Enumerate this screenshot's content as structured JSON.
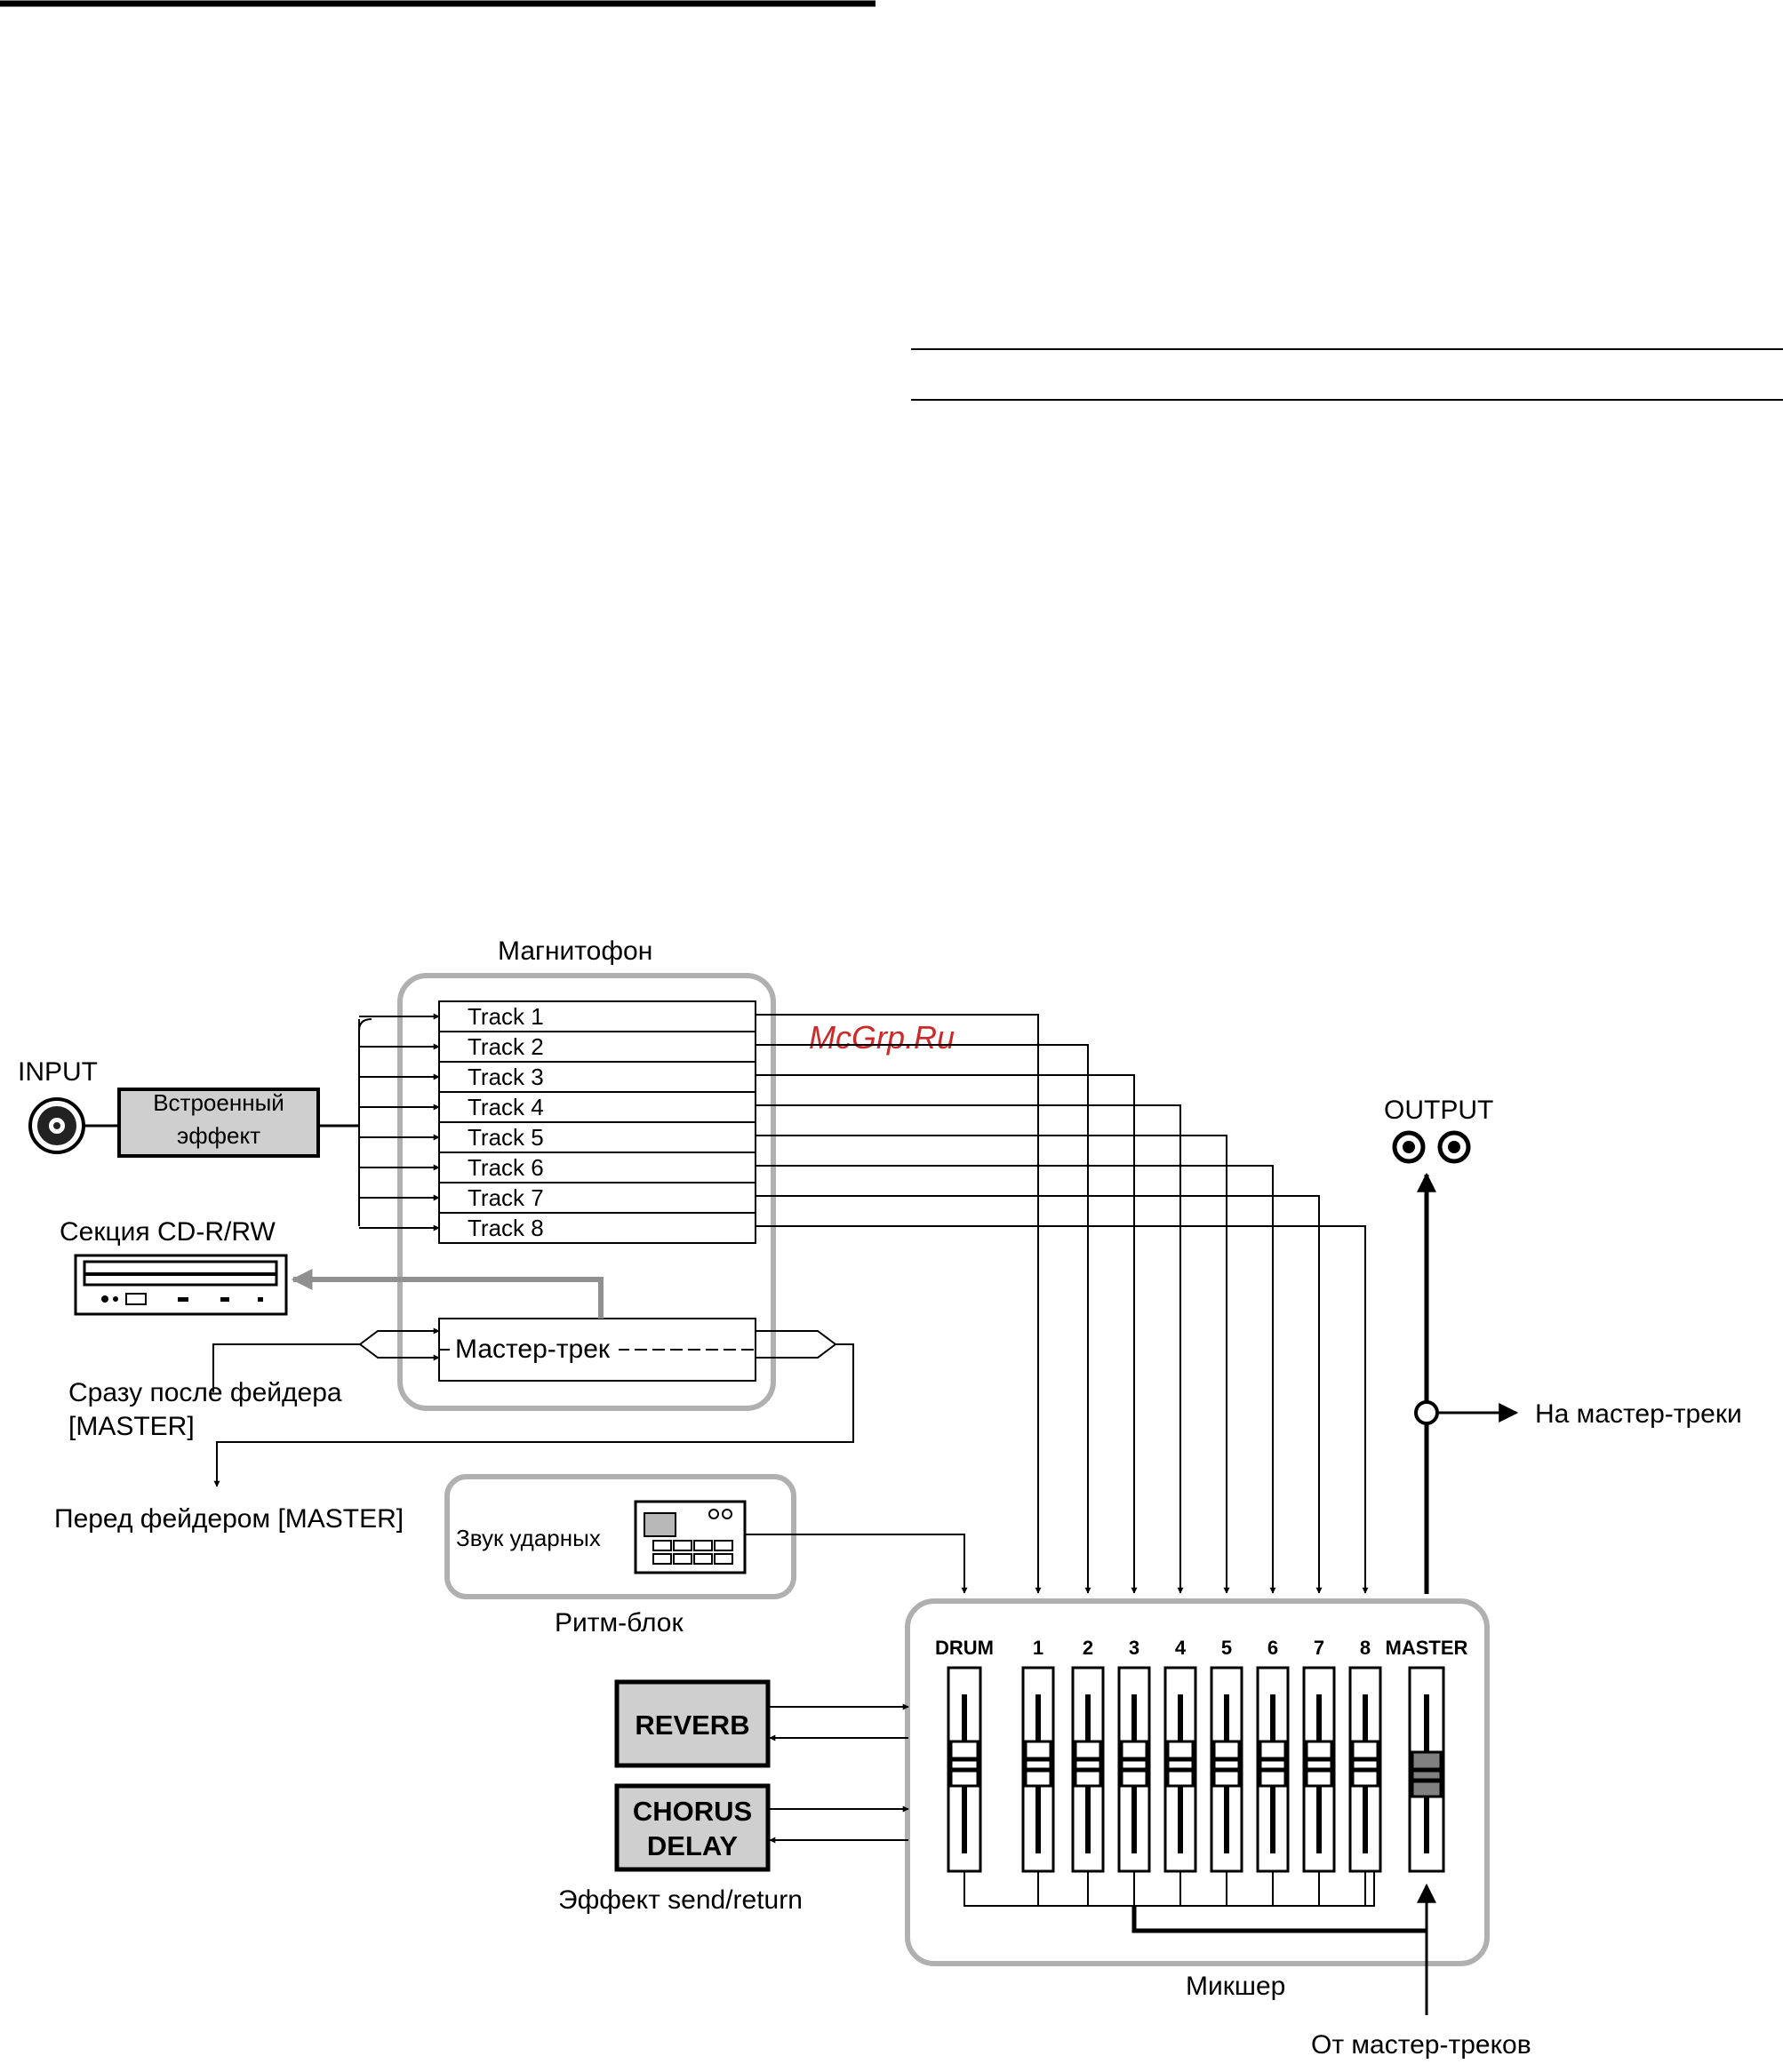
{
  "watermark": "McGrp.Ru",
  "labels": {
    "recorder": "Магнитофон",
    "input": "INPUT",
    "builtin_effect_line1": "Встроенный",
    "builtin_effect_line2": "эффект",
    "cd_section": "Секция CD-R/RW",
    "master_track": "Мастер-трек",
    "post_fader_line1": "Сразу после фейдера",
    "post_fader_line2": "[MASTER]",
    "pre_fader": "Перед фейдером [MASTER]",
    "drum_sound": "Звук ударных",
    "rhythm_section": "Ритм-блок",
    "output": "OUTPUT",
    "to_master_tracks": "На мастер-треки",
    "from_master_tracks": "От мастер-треков",
    "mixer": "Микшер",
    "effect_send_return": "Эффект send/return",
    "reverb": "REVERB",
    "chorus_line1": "CHORUS",
    "chorus_line2": "DELAY"
  },
  "tracks": [
    "Track 1",
    "Track 2",
    "Track 3",
    "Track 4",
    "Track 5",
    "Track 6",
    "Track 7",
    "Track 8"
  ],
  "channels": [
    "DRUM",
    "1",
    "2",
    "3",
    "4",
    "5",
    "6",
    "7",
    "8",
    "MASTER"
  ],
  "colors": {
    "box_gray": "#cfcfcf",
    "frame_gray": "#b0b0b0",
    "arrow_gray": "#909090",
    "watermark": "#cc2a2a"
  }
}
